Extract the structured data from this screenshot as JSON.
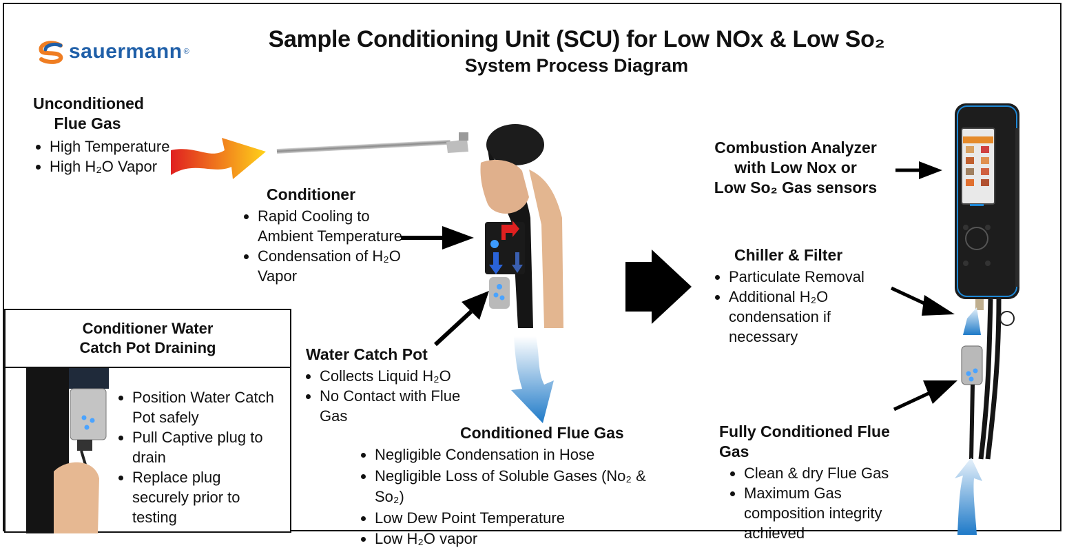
{
  "logo": {
    "text": "sauermann",
    "reg": "®",
    "color": "#1f5fa8",
    "accent": "#ef7d22"
  },
  "header": {
    "title": "Sample Conditioning Unit (SCU) for Low NOx & Low So₂",
    "subtitle": "System Process Diagram"
  },
  "unconditioned": {
    "title_line1": "Unconditioned",
    "title_line2": "Flue Gas",
    "items": [
      "High Temperature",
      "High H₂O Vapor"
    ]
  },
  "conditioner": {
    "title": "Conditioner",
    "items": [
      "Rapid Cooling to Ambient Temperature",
      "Condensation of H₂O Vapor"
    ]
  },
  "water_catch_pot": {
    "title": "Water Catch Pot",
    "items": [
      "Collects Liquid H₂O",
      "No Contact with Flue Gas"
    ]
  },
  "conditioned": {
    "title": "Conditioned Flue Gas",
    "items": [
      "Negligible Condensation in Hose",
      "Negligible Loss of Soluble Gases (No₂ & So₂)",
      "Low Dew Point Temperature",
      "Low H₂O vapor"
    ]
  },
  "analyzer": {
    "line1": "Combustion Analyzer",
    "line2": "with Low Nox or",
    "line3": "Low So₂ Gas sensors"
  },
  "chiller": {
    "title": "Chiller & Filter",
    "items": [
      "Particulate Removal",
      "Additional H₂O condensation if necessary"
    ]
  },
  "fully_conditioned": {
    "title": "Fully Conditioned Flue Gas",
    "items": [
      "Clean & dry Flue Gas",
      "Maximum Gas composition integrity achieved"
    ]
  },
  "draining": {
    "title_line1": "Conditioner Water",
    "title_line2": "Catch Pot Draining",
    "items": [
      "Position Water Catch Pot safely",
      "Pull Captive plug to drain",
      "Replace plug securely prior to testing"
    ]
  },
  "colors": {
    "hot_start": "#e02020",
    "hot_end": "#ffd21a",
    "cool_start": "#e8f2fb",
    "cool_end": "#1f7ac8",
    "analyzer_accent": "#1e88d6"
  }
}
